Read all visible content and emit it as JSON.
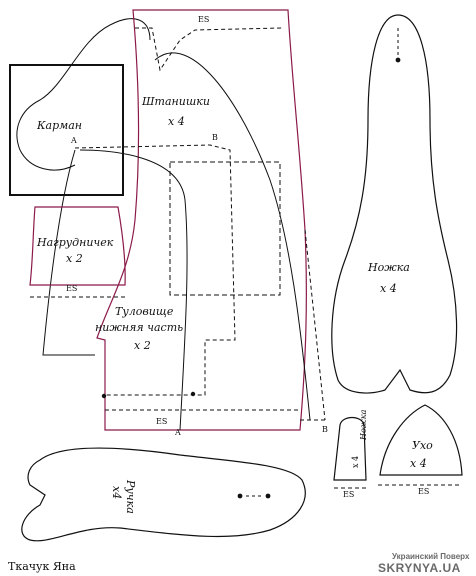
{
  "pieces": {
    "pocket": {
      "name": "Карман",
      "mark": "A"
    },
    "pants": {
      "name": "Штанишки",
      "count": "х 4",
      "es": "ES",
      "mark": "B"
    },
    "bib": {
      "name": "Нагрудничек",
      "count": "х 2",
      "es": "ES"
    },
    "torso": {
      "name_line1": "Туловище",
      "name_line2": "нижняя часть",
      "count": "х 2",
      "es": "ES",
      "mark": "A"
    },
    "leg": {
      "name": "Ножка",
      "count": "х 4"
    },
    "hand": {
      "name": "Ручка",
      "count": "х4"
    },
    "small_leg": {
      "name": "Ножка",
      "count": "х 4",
      "es": "ES"
    },
    "ear": {
      "name": "Ухо",
      "count": "х 4",
      "es": "ES"
    },
    "right_mark": "B"
  },
  "author": "Ткачук Яна",
  "watermark": {
    "line1": "Украинский Поверх",
    "line2": "SKRYNYA.UA"
  },
  "colors": {
    "outline": "#111111",
    "pants_outline": "#8b1a4a",
    "watermark": "#6a6a6a"
  }
}
